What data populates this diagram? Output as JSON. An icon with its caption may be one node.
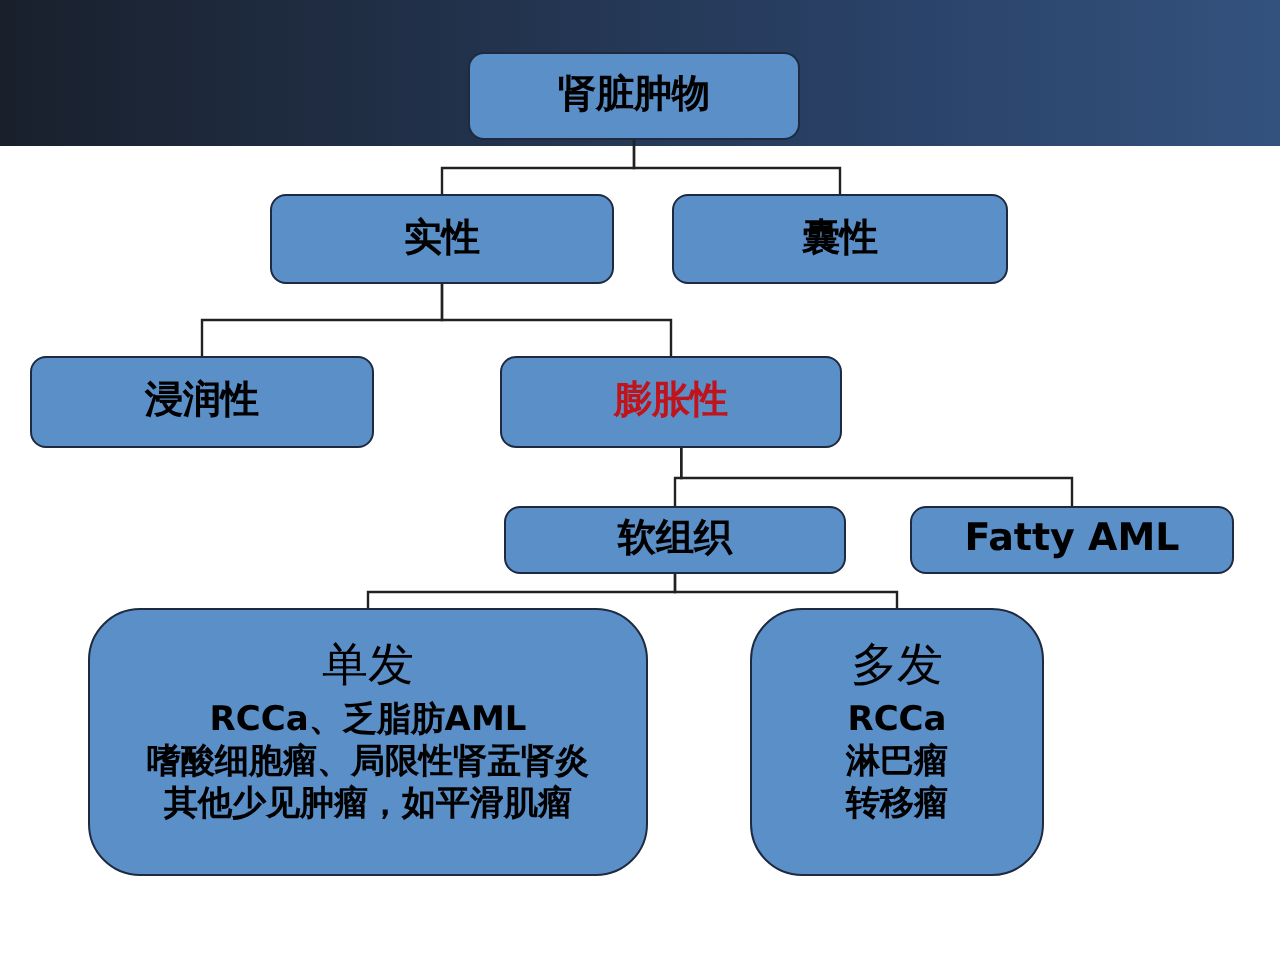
{
  "diagram": {
    "nodes": [
      {
        "text": [
          "肾脏肿物"
        ]
      },
      {
        "text": [
          "实性"
        ]
      },
      {
        "text": [
          "囊性"
        ]
      },
      {
        "text": [
          "浸润性"
        ]
      },
      {
        "text": [
          "膨胀性"
        ]
      },
      {
        "text": [
          "软组织"
        ]
      },
      {
        "text": [
          "Fatty AML"
        ]
      },
      {
        "text": [
          "单发",
          "**RCCa、**乏脂肪AML",
          "嗜酸细胞瘤、局限性肾盂肾炎",
          "其他少见肿瘤，如平滑肌瘤"
        ]
      },
      {
        "text": [
          "多发",
          "RCCa",
          "淋巴瘤",
          "转移瘤"
        ]
      }
    ],
    "edges": [
      {
        "from": 0,
        "to": 1,
        "arrow": "none"
      },
      {
        "from": 0,
        "to": 2,
        "arrow": "none"
      },
      {
        "from": 1,
        "to": 3,
        "arrow": "none"
      },
      {
        "from": 1,
        "to": 4,
        "arrow": "none"
      },
      {
        "from": 4,
        "to": 5,
        "arrow": "none"
      },
      {
        "from": 4,
        "to": 6,
        "arrow": "none"
      },
      {
        "from": 5,
        "to": 7,
        "arrow": "none"
      },
      {
        "from": 5,
        "to": 8,
        "arrow": "none"
      }
    ]
  }
}
